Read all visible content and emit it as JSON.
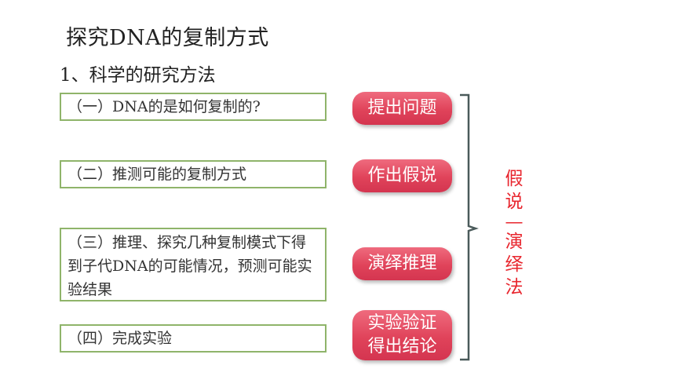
{
  "title": "探究DNA的复制方式",
  "subtitle": "1、科学的研究方法",
  "steps": [
    {
      "text": "（一）DNA的是如何复制的?"
    },
    {
      "text": "（二）推测可能的复制方式"
    },
    {
      "text": "（三）推理、探究几种复制模式下得到子代DNA的可能情况，预测可能实验结果"
    },
    {
      "text": "（四）完成实验"
    }
  ],
  "methods": [
    {
      "line1": "提出问题",
      "line2": ""
    },
    {
      "line1": "作出假说",
      "line2": ""
    },
    {
      "line1": "演绎推理",
      "line2": ""
    },
    {
      "line1": "实验验证",
      "line2": "得出结论"
    }
  ],
  "summary_label": [
    "假",
    "说",
    "—",
    "演",
    "绎",
    "法"
  ],
  "colors": {
    "box_border": "#8fb46a",
    "pill_fill": "#e0435a",
    "label_red": "#e8262e",
    "bracket": "#4a5a5a"
  }
}
